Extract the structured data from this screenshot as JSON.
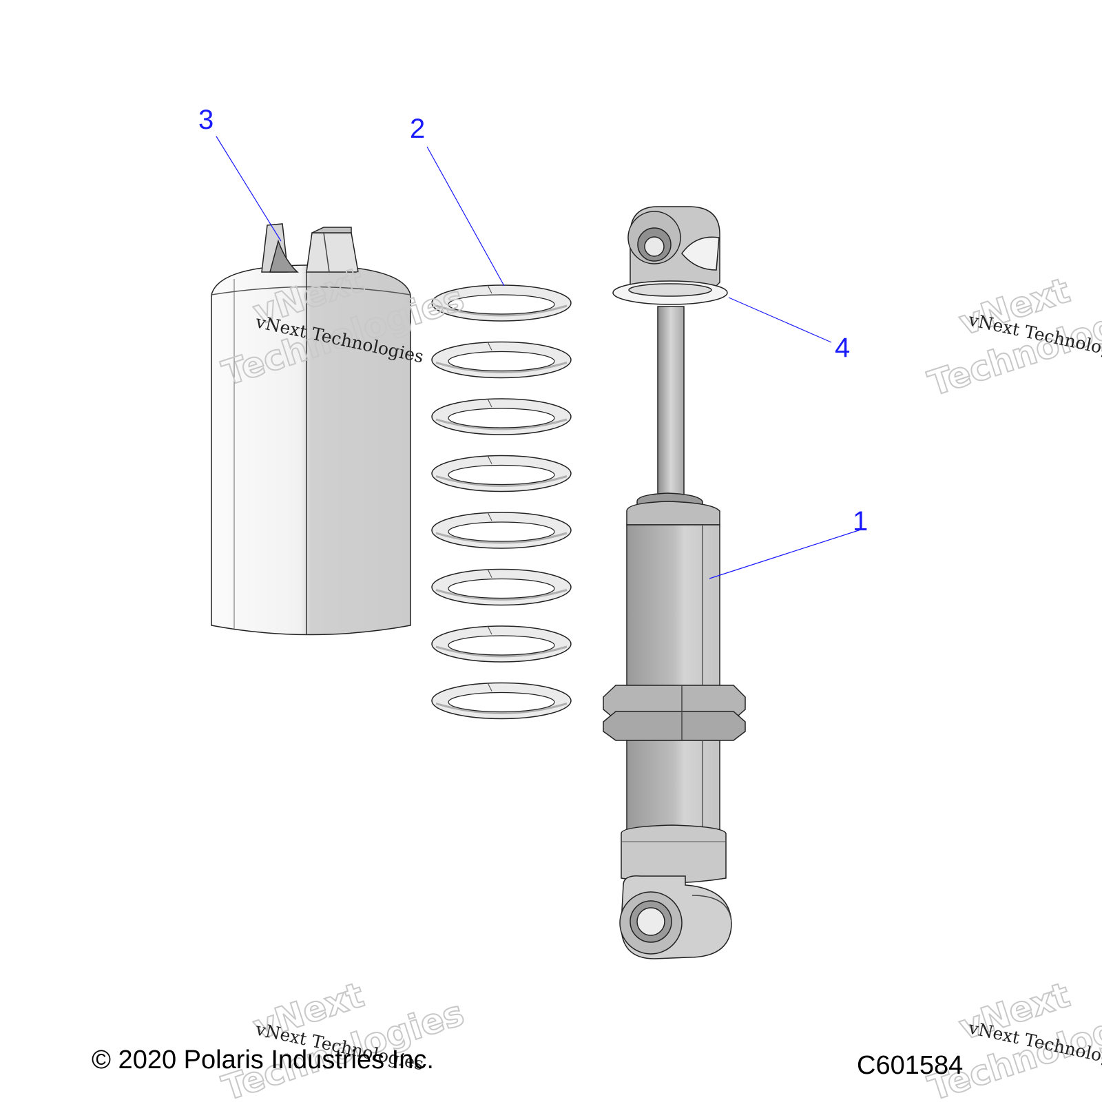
{
  "callouts": [
    {
      "number": "1",
      "part": "shock-body"
    },
    {
      "number": "2",
      "part": "spring"
    },
    {
      "number": "3",
      "part": "boot-cover"
    },
    {
      "number": "4",
      "part": "spring-retainer"
    }
  ],
  "footer": {
    "copyright": "© 2020 Polaris Industries Inc.",
    "figure_code": "C601584"
  },
  "watermark": {
    "small": "vNext Technologies",
    "big_line1": "vNext",
    "big_line2": "Technologies"
  },
  "colors": {
    "callout": "#1a1aff",
    "part_light": "#f0f0f0",
    "part_mid": "#c8c8c8",
    "part_dark": "#8a8a8a"
  }
}
